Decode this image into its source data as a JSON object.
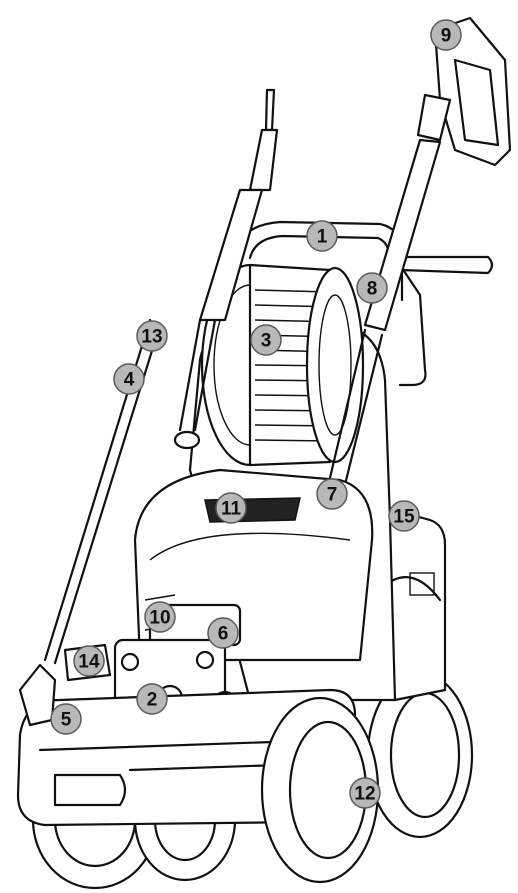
{
  "callouts": [
    {
      "id": "1",
      "label": "1"
    },
    {
      "id": "2",
      "label": "2"
    },
    {
      "id": "3",
      "label": "3"
    },
    {
      "id": "4",
      "label": "4"
    },
    {
      "id": "5",
      "label": "5"
    },
    {
      "id": "6",
      "label": "6"
    },
    {
      "id": "7",
      "label": "7"
    },
    {
      "id": "8",
      "label": "8"
    },
    {
      "id": "9",
      "label": "9"
    },
    {
      "id": "10",
      "label": "10"
    },
    {
      "id": "11",
      "label": "11"
    },
    {
      "id": "12",
      "label": "12"
    },
    {
      "id": "13",
      "label": "13"
    },
    {
      "id": "14",
      "label": "14"
    },
    {
      "id": "15",
      "label": "15"
    }
  ],
  "colors": {
    "line": "#111111",
    "badge_fill": "#b8b8b8",
    "background": "#ffffff"
  }
}
